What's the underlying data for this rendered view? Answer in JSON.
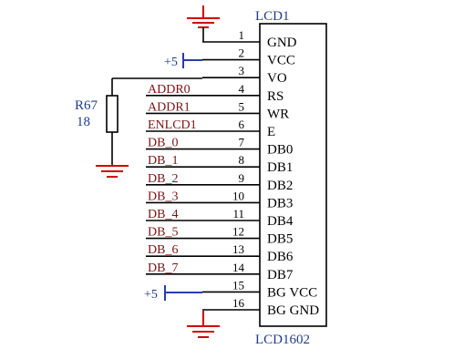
{
  "lcd": {
    "designator": "LCD1",
    "part": "LCD1602",
    "pins": [
      {
        "num": "1",
        "name": "GND",
        "net": ""
      },
      {
        "num": "2",
        "name": "VCC",
        "net": ""
      },
      {
        "num": "3",
        "name": "VO",
        "net": ""
      },
      {
        "num": "4",
        "name": "RS",
        "net": "ADDR0"
      },
      {
        "num": "5",
        "name": "WR",
        "net": "ADDR1"
      },
      {
        "num": "6",
        "name": "E",
        "net": "ENLCD1"
      },
      {
        "num": "7",
        "name": "DB0",
        "net": "DB_0"
      },
      {
        "num": "8",
        "name": "DB1",
        "net": "DB_1"
      },
      {
        "num": "9",
        "name": "DB2",
        "net": "DB_2"
      },
      {
        "num": "10",
        "name": "DB3",
        "net": "DB_3"
      },
      {
        "num": "11",
        "name": "DB4",
        "net": "DB_4"
      },
      {
        "num": "12",
        "name": "DB5",
        "net": "DB_5"
      },
      {
        "num": "13",
        "name": "DB6",
        "net": "DB_6"
      },
      {
        "num": "14",
        "name": "DB7",
        "net": "DB_7"
      },
      {
        "num": "15",
        "name": "BG VCC",
        "net": ""
      },
      {
        "num": "16",
        "name": "BG GND",
        "net": ""
      }
    ]
  },
  "resistor": {
    "designator": "R67",
    "value": "18"
  },
  "power": {
    "pin2_label": "+5",
    "pin15_label": "+5"
  },
  "colors": {
    "ground": "#d00000",
    "power_wire": "#2a3cb0",
    "wire": "#000000",
    "net_label": "#7a1414",
    "designator": "#1f3b8a"
  }
}
